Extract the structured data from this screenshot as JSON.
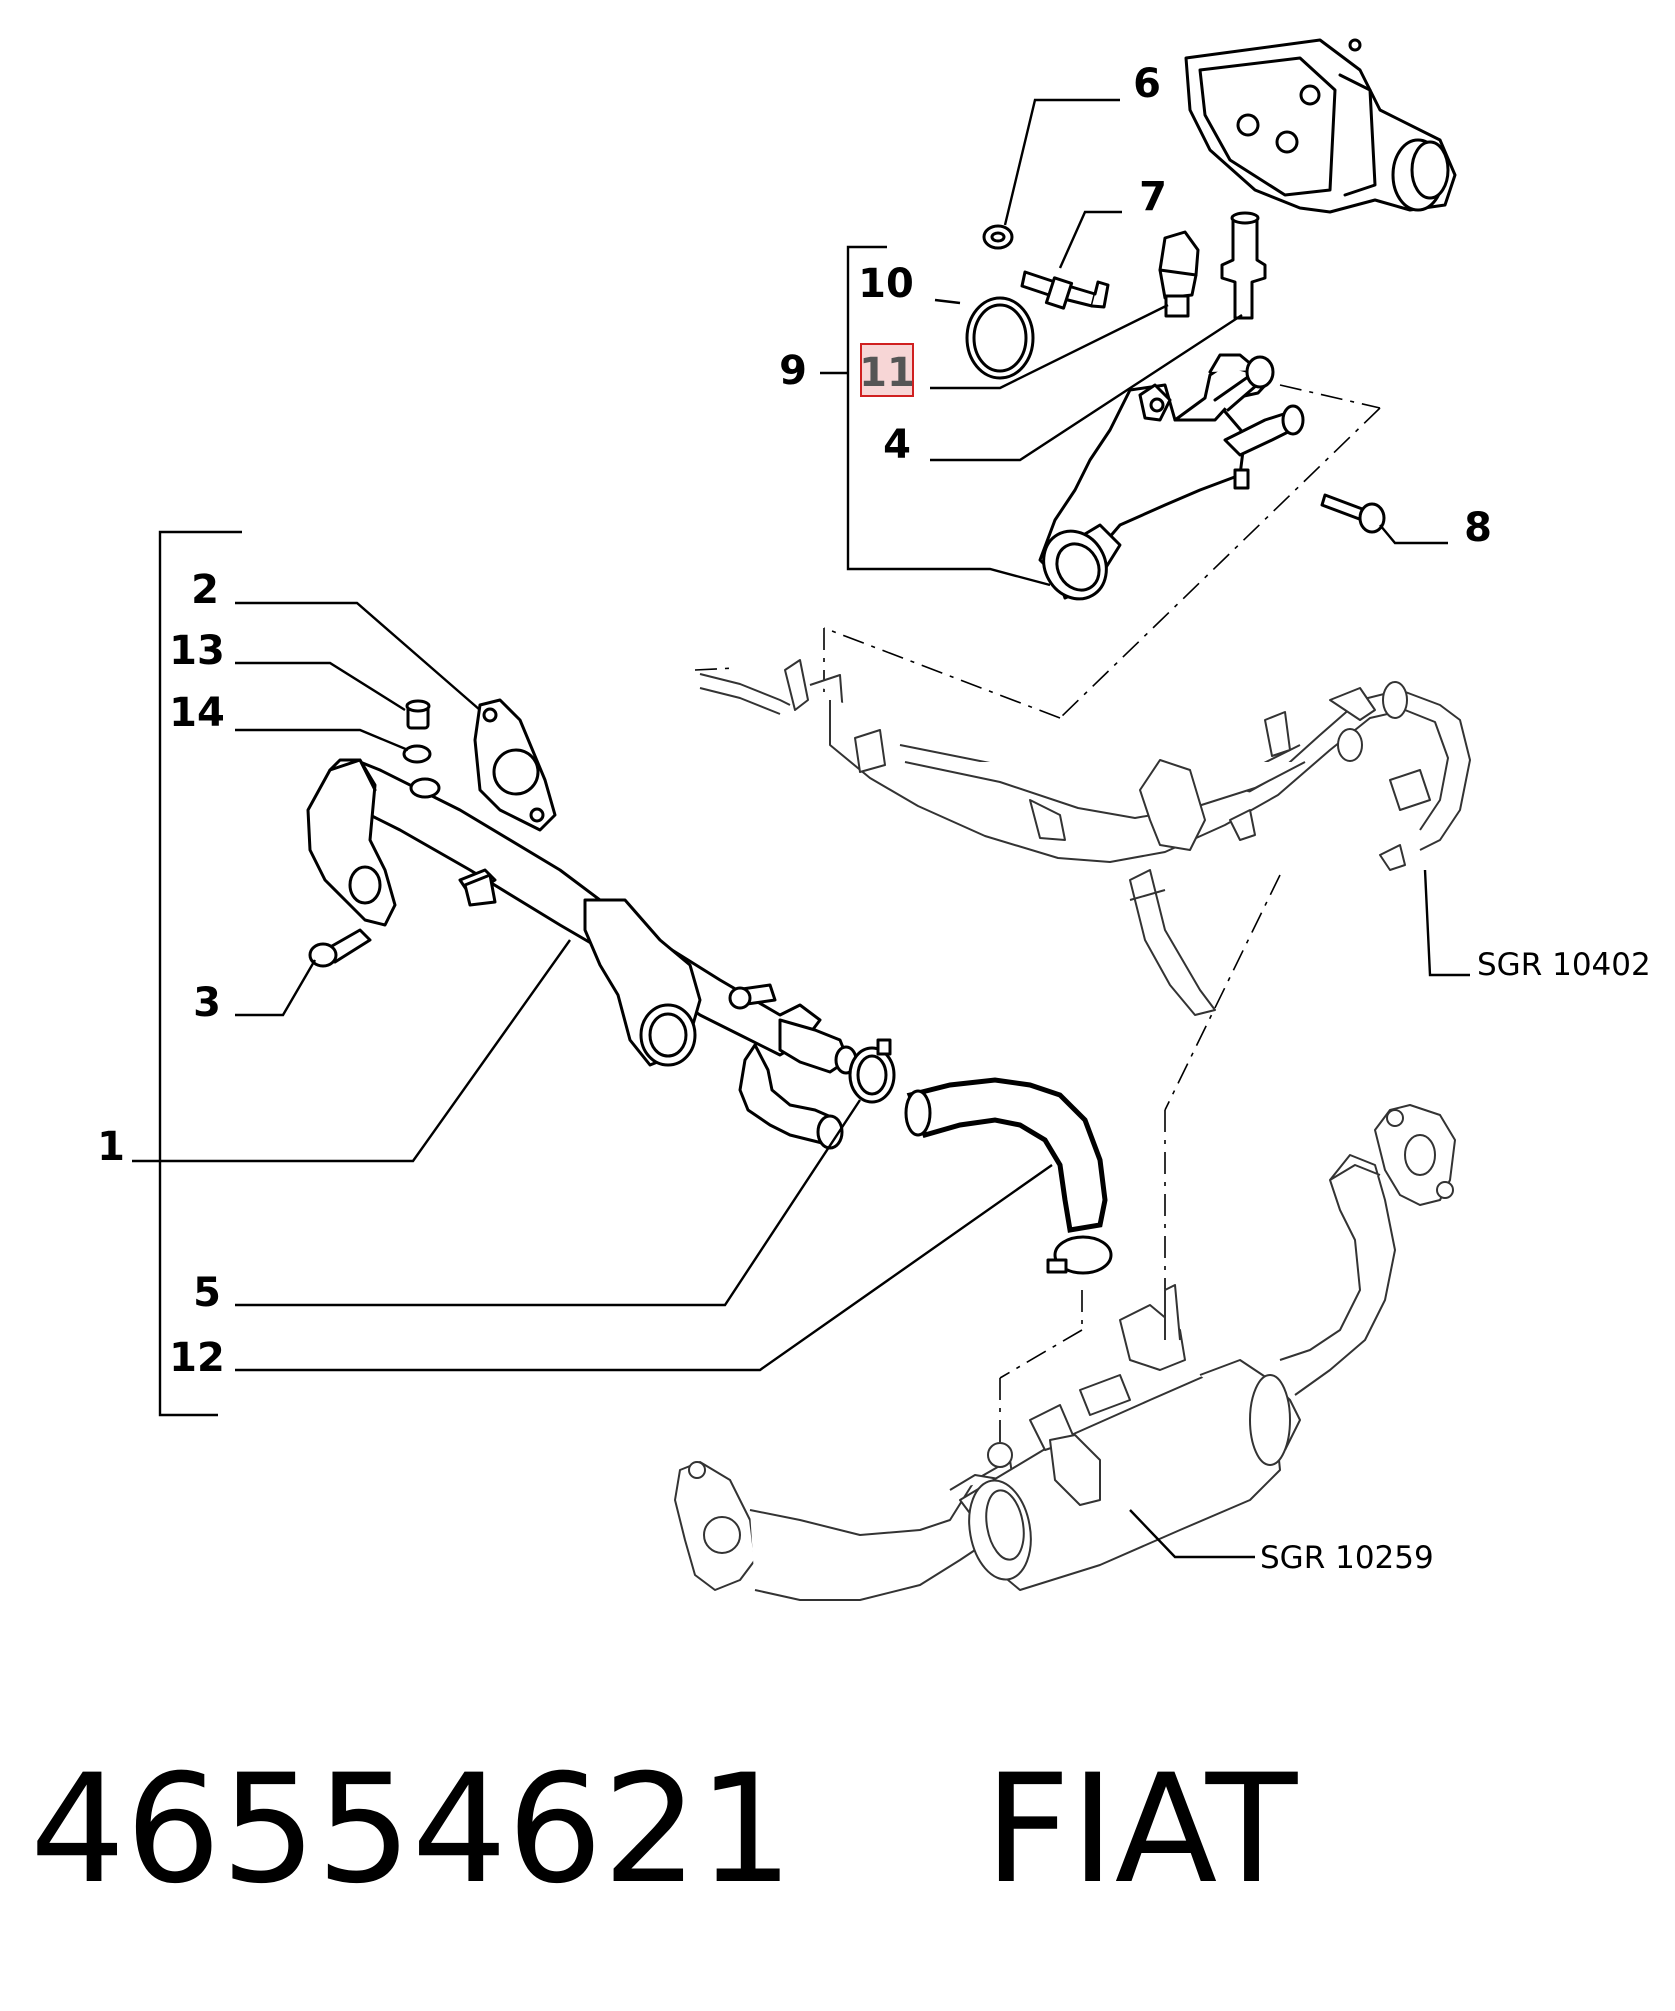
{
  "callouts": {
    "c1": "1",
    "c2": "2",
    "c3": "3",
    "c4": "4",
    "c5": "5",
    "c6": "6",
    "c7": "7",
    "c8": "8",
    "c9": "9",
    "c10": "10",
    "c11": "11",
    "c12": "12",
    "c13": "13",
    "c14": "14"
  },
  "highlighted_callout": "11",
  "references": {
    "upper": "SGR 10402",
    "lower": "SGR 10259"
  },
  "footer": {
    "part_number": "46554621",
    "brand": "FIAT"
  },
  "colors": {
    "highlight_fill": "#f7d6d6",
    "highlight_border": "#d02020",
    "ink": "#000000"
  }
}
